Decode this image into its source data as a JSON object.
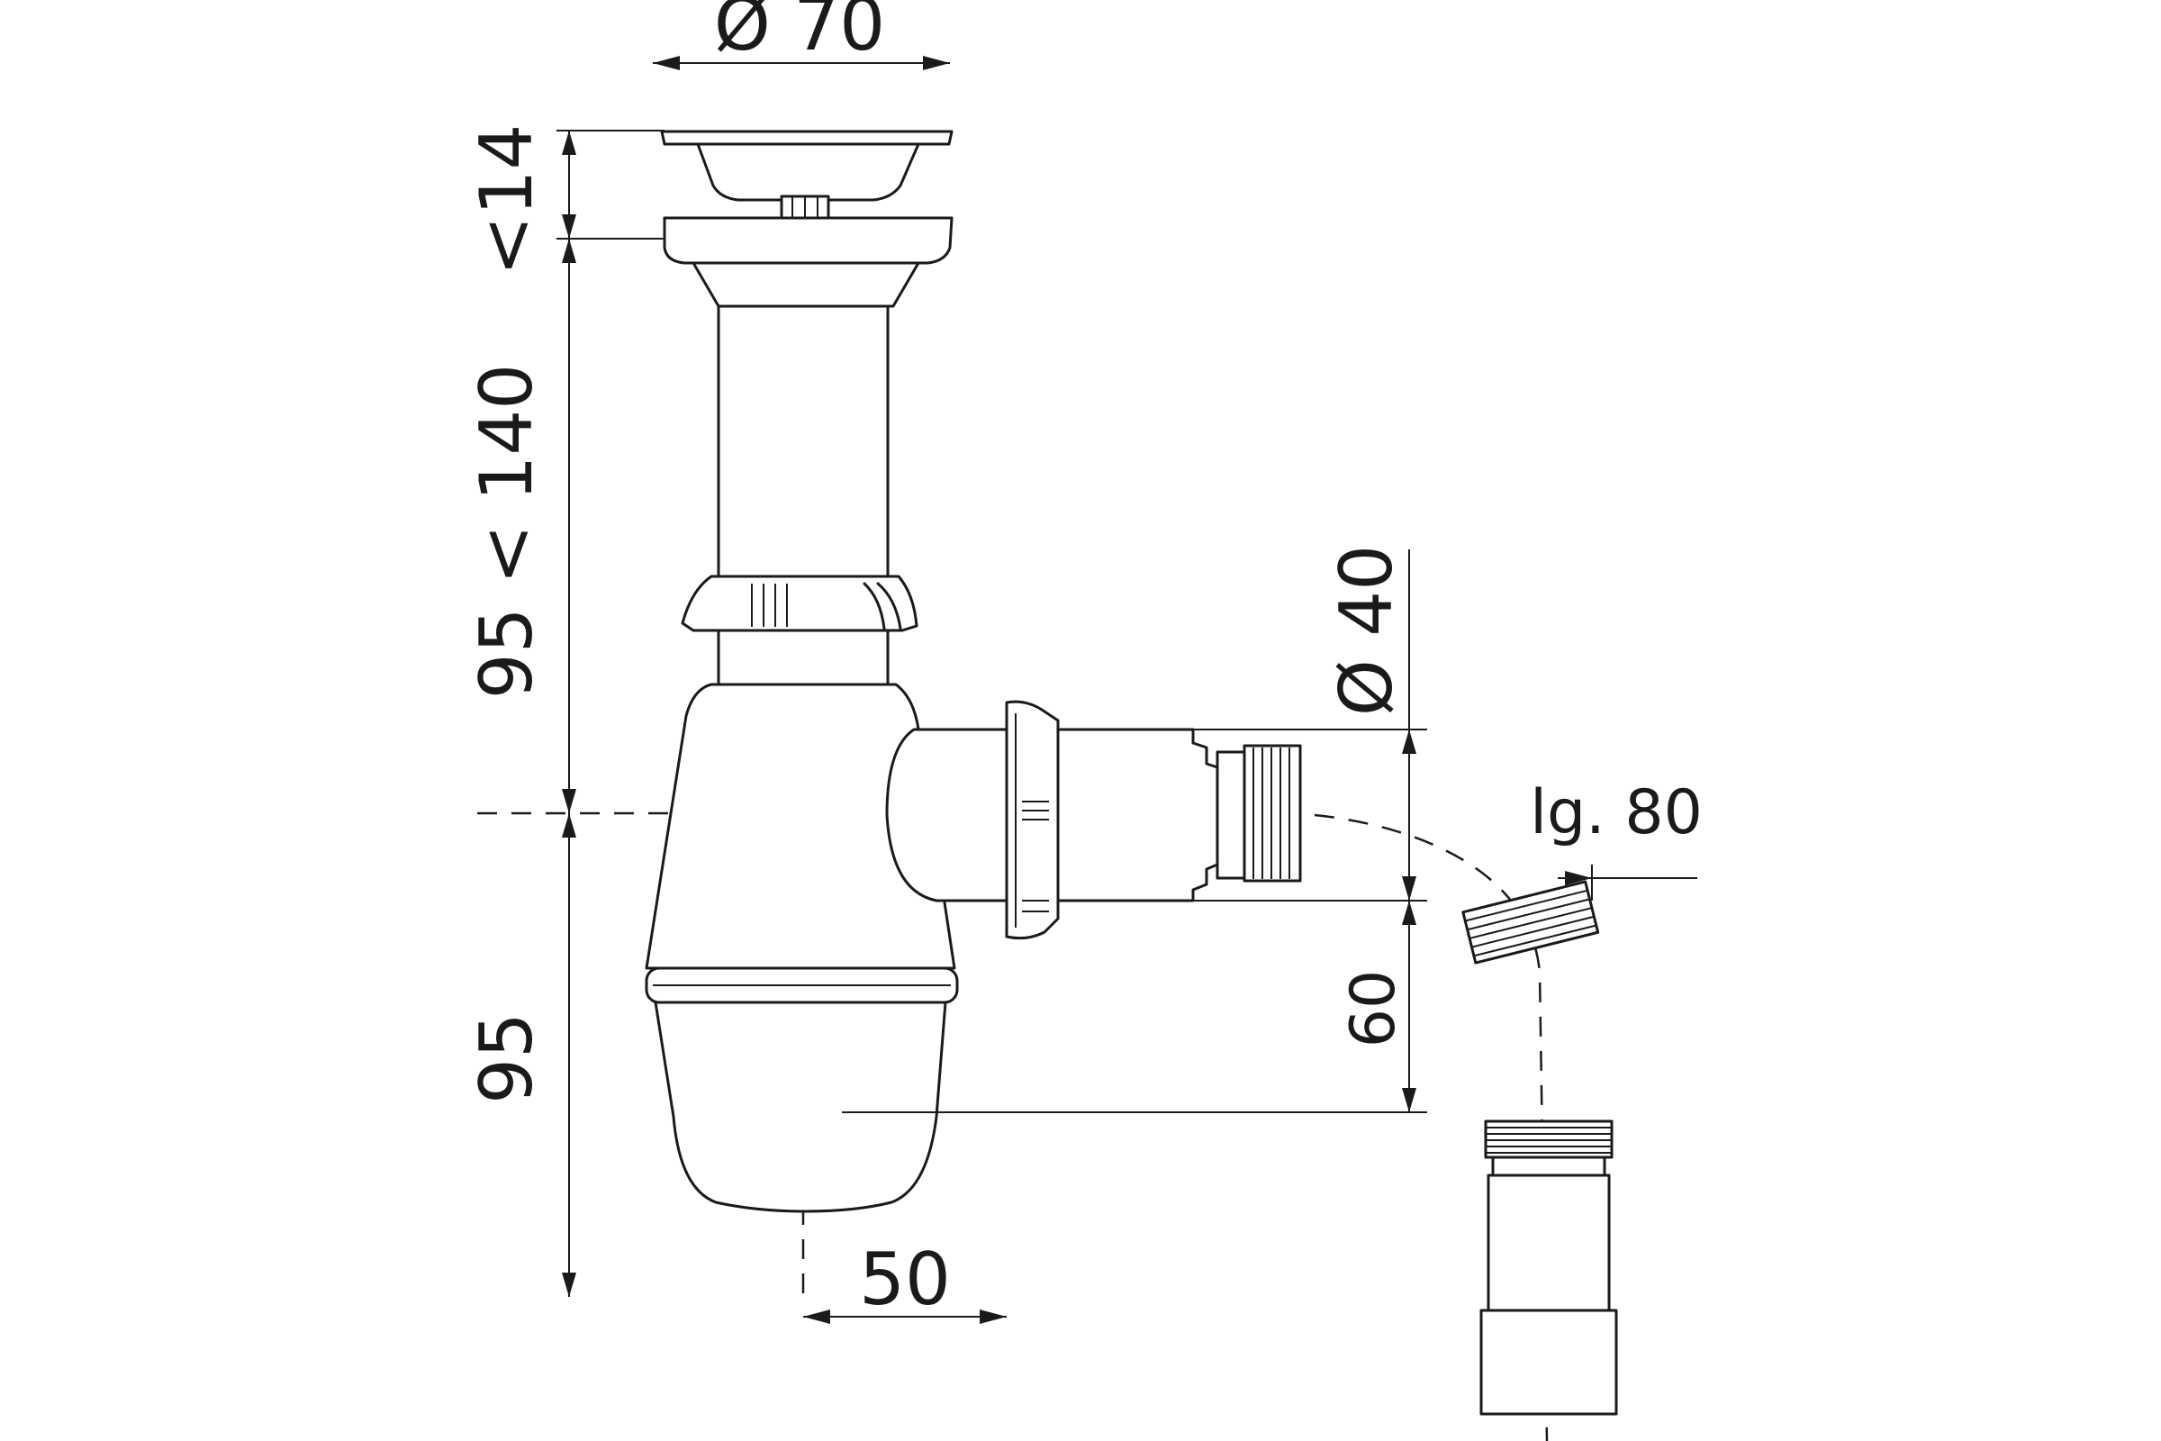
{
  "dimensions": {
    "top_diameter": "Ø 70",
    "grid_gap": "<14",
    "upper_height": "95 < 140",
    "lower_height": "95",
    "outlet_diameter": "Ø 40",
    "outlet_drop": "60",
    "offset": "50",
    "length": "lg. 80"
  }
}
